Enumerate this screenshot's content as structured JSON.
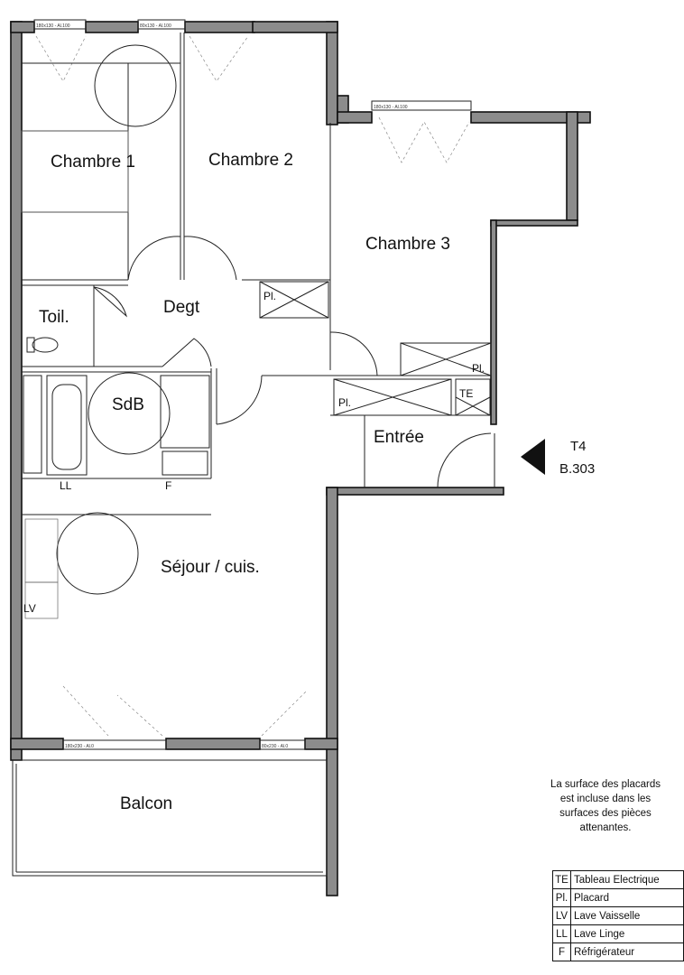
{
  "rooms": {
    "chambre1": "Chambre 1",
    "chambre2": "Chambre 2",
    "chambre3": "Chambre 3",
    "degt": "Degt",
    "toil": "Toil.",
    "sdb": "SdB",
    "entree": "Entrée",
    "sejour": "Séjour / cuis.",
    "balcon": "Balcon"
  },
  "fixtures": {
    "pl": "Pl.",
    "te": "TE",
    "ll": "LL",
    "f": "F",
    "lv": "LV"
  },
  "windows": {
    "w1": "180x130 - Al.100",
    "w2": "80x130 - Al.100",
    "w3": "180x130 - Al.100",
    "w4": "180x230 - Al.0",
    "w5": "80x230 - Al.0"
  },
  "unit": {
    "type": "T4",
    "code": "B.303"
  },
  "note": {
    "lines": [
      "La surface des placards",
      "est incluse dans les",
      "surfaces des pièces",
      "attenantes."
    ]
  },
  "legend": [
    {
      "code": "TE",
      "label": "Tableau Electrique"
    },
    {
      "code": "Pl.",
      "label": "Placard"
    },
    {
      "code": "LV",
      "label": "Lave Vaisselle"
    },
    {
      "code": "LL",
      "label": "Lave Linge"
    },
    {
      "code": "F",
      "label": "Réfrigérateur"
    }
  ]
}
